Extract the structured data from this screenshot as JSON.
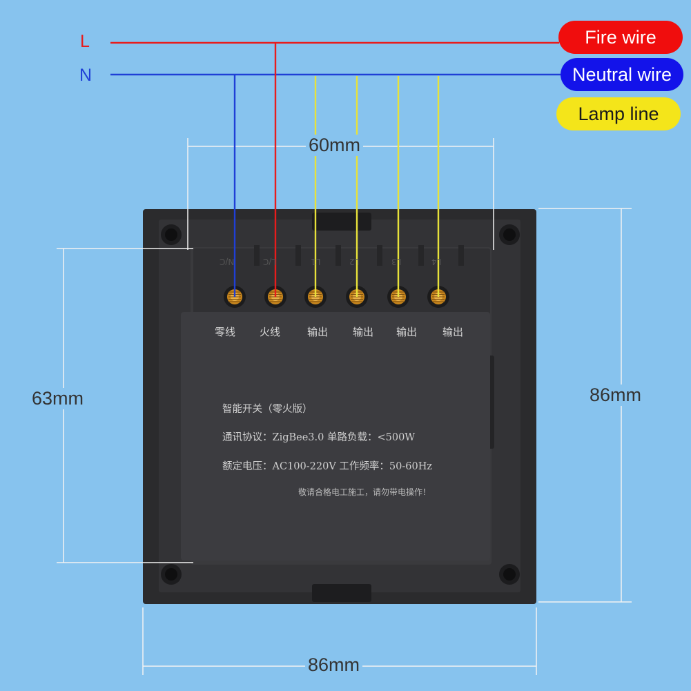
{
  "wires": {
    "live_letter": "L",
    "neutral_letter": "N",
    "live_color": "#e81c1c",
    "neutral_color": "#1f3fd6",
    "lamp_color": "#e8e23a"
  },
  "legend": {
    "fire_wire": "Fire wire",
    "neutral_wire": "Neutral wire",
    "lamp_line": "Lamp line"
  },
  "dimensions": {
    "top": "60mm",
    "left": "63mm",
    "right": "86mm",
    "bottom": "86mm"
  },
  "terminals": {
    "labels": [
      "零线",
      "火线",
      "输出",
      "输出",
      "输出",
      "输出"
    ],
    "embossed": [
      "N/C",
      "L/C",
      "L1",
      "L2",
      "L3",
      "L4"
    ]
  },
  "device_text": {
    "title": "智能开关（零火版）",
    "protocol": "通讯协议：ZigBee3.0  单路负载：<500W",
    "voltage": "额定电压：AC100-220V 工作频率：50-60Hz",
    "warning": "敬请合格电工施工，请勿带电操作！"
  }
}
